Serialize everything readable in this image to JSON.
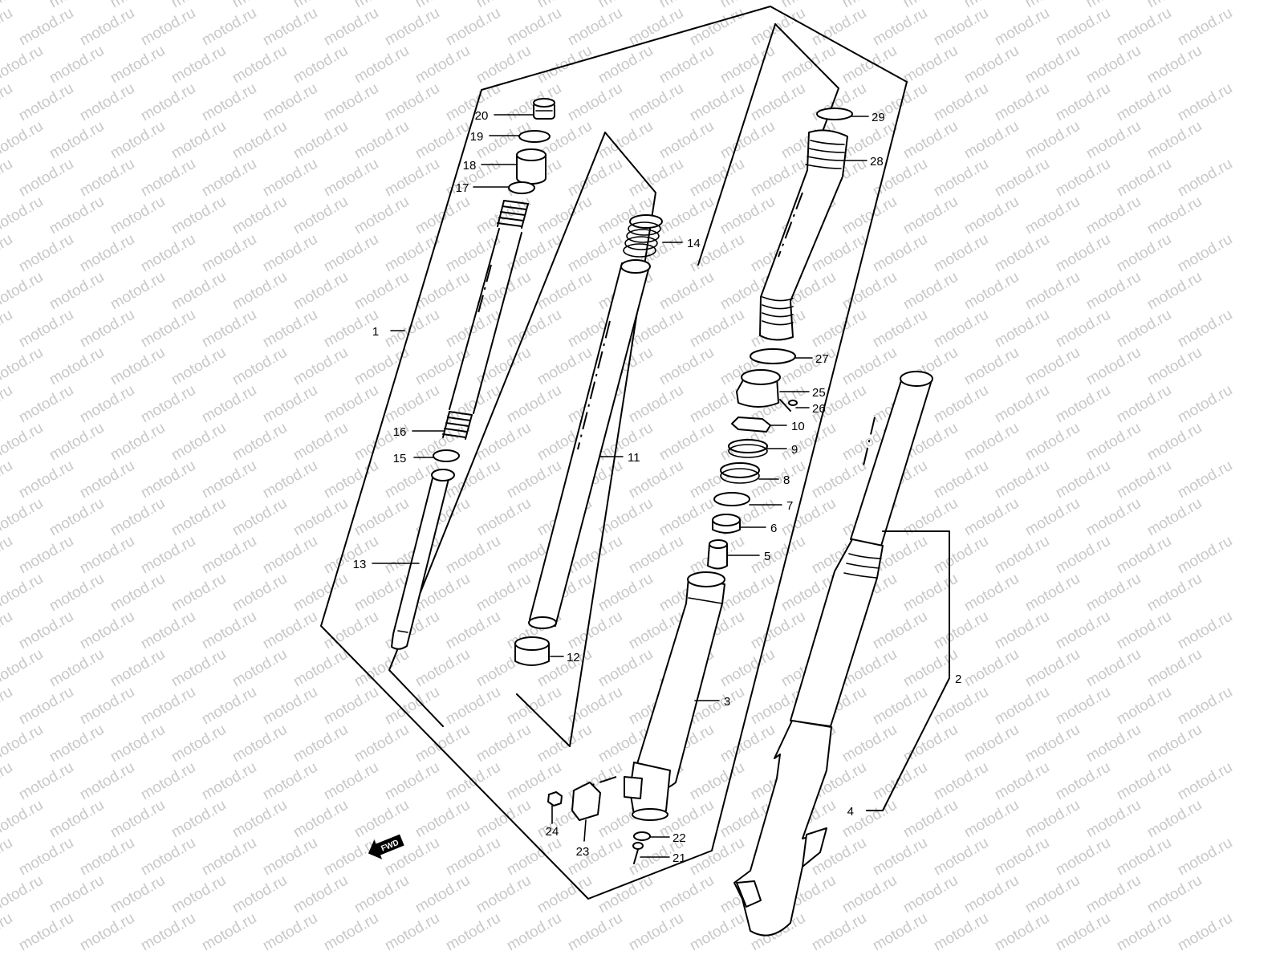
{
  "watermark": "motod.ru",
  "fwd_label": "FWD",
  "callouts": [
    {
      "id": "1",
      "label": "1"
    },
    {
      "id": "2",
      "label": "2"
    },
    {
      "id": "3",
      "label": "3"
    },
    {
      "id": "4",
      "label": "4"
    },
    {
      "id": "5",
      "label": "5"
    },
    {
      "id": "6",
      "label": "6"
    },
    {
      "id": "7",
      "label": "7"
    },
    {
      "id": "8",
      "label": "8"
    },
    {
      "id": "9",
      "label": "9"
    },
    {
      "id": "10",
      "label": "10"
    },
    {
      "id": "11",
      "label": "11"
    },
    {
      "id": "12",
      "label": "12"
    },
    {
      "id": "13",
      "label": "13"
    },
    {
      "id": "14",
      "label": "14"
    },
    {
      "id": "15",
      "label": "15"
    },
    {
      "id": "16",
      "label": "16"
    },
    {
      "id": "17",
      "label": "17"
    },
    {
      "id": "18",
      "label": "18"
    },
    {
      "id": "19",
      "label": "19"
    },
    {
      "id": "20",
      "label": "20"
    },
    {
      "id": "21",
      "label": "21"
    },
    {
      "id": "22",
      "label": "22"
    },
    {
      "id": "23",
      "label": "23"
    },
    {
      "id": "24",
      "label": "24"
    },
    {
      "id": "25",
      "label": "25"
    },
    {
      "id": "26",
      "label": "26"
    },
    {
      "id": "27",
      "label": "27"
    },
    {
      "id": "28",
      "label": "28"
    },
    {
      "id": "29",
      "label": "29"
    }
  ]
}
